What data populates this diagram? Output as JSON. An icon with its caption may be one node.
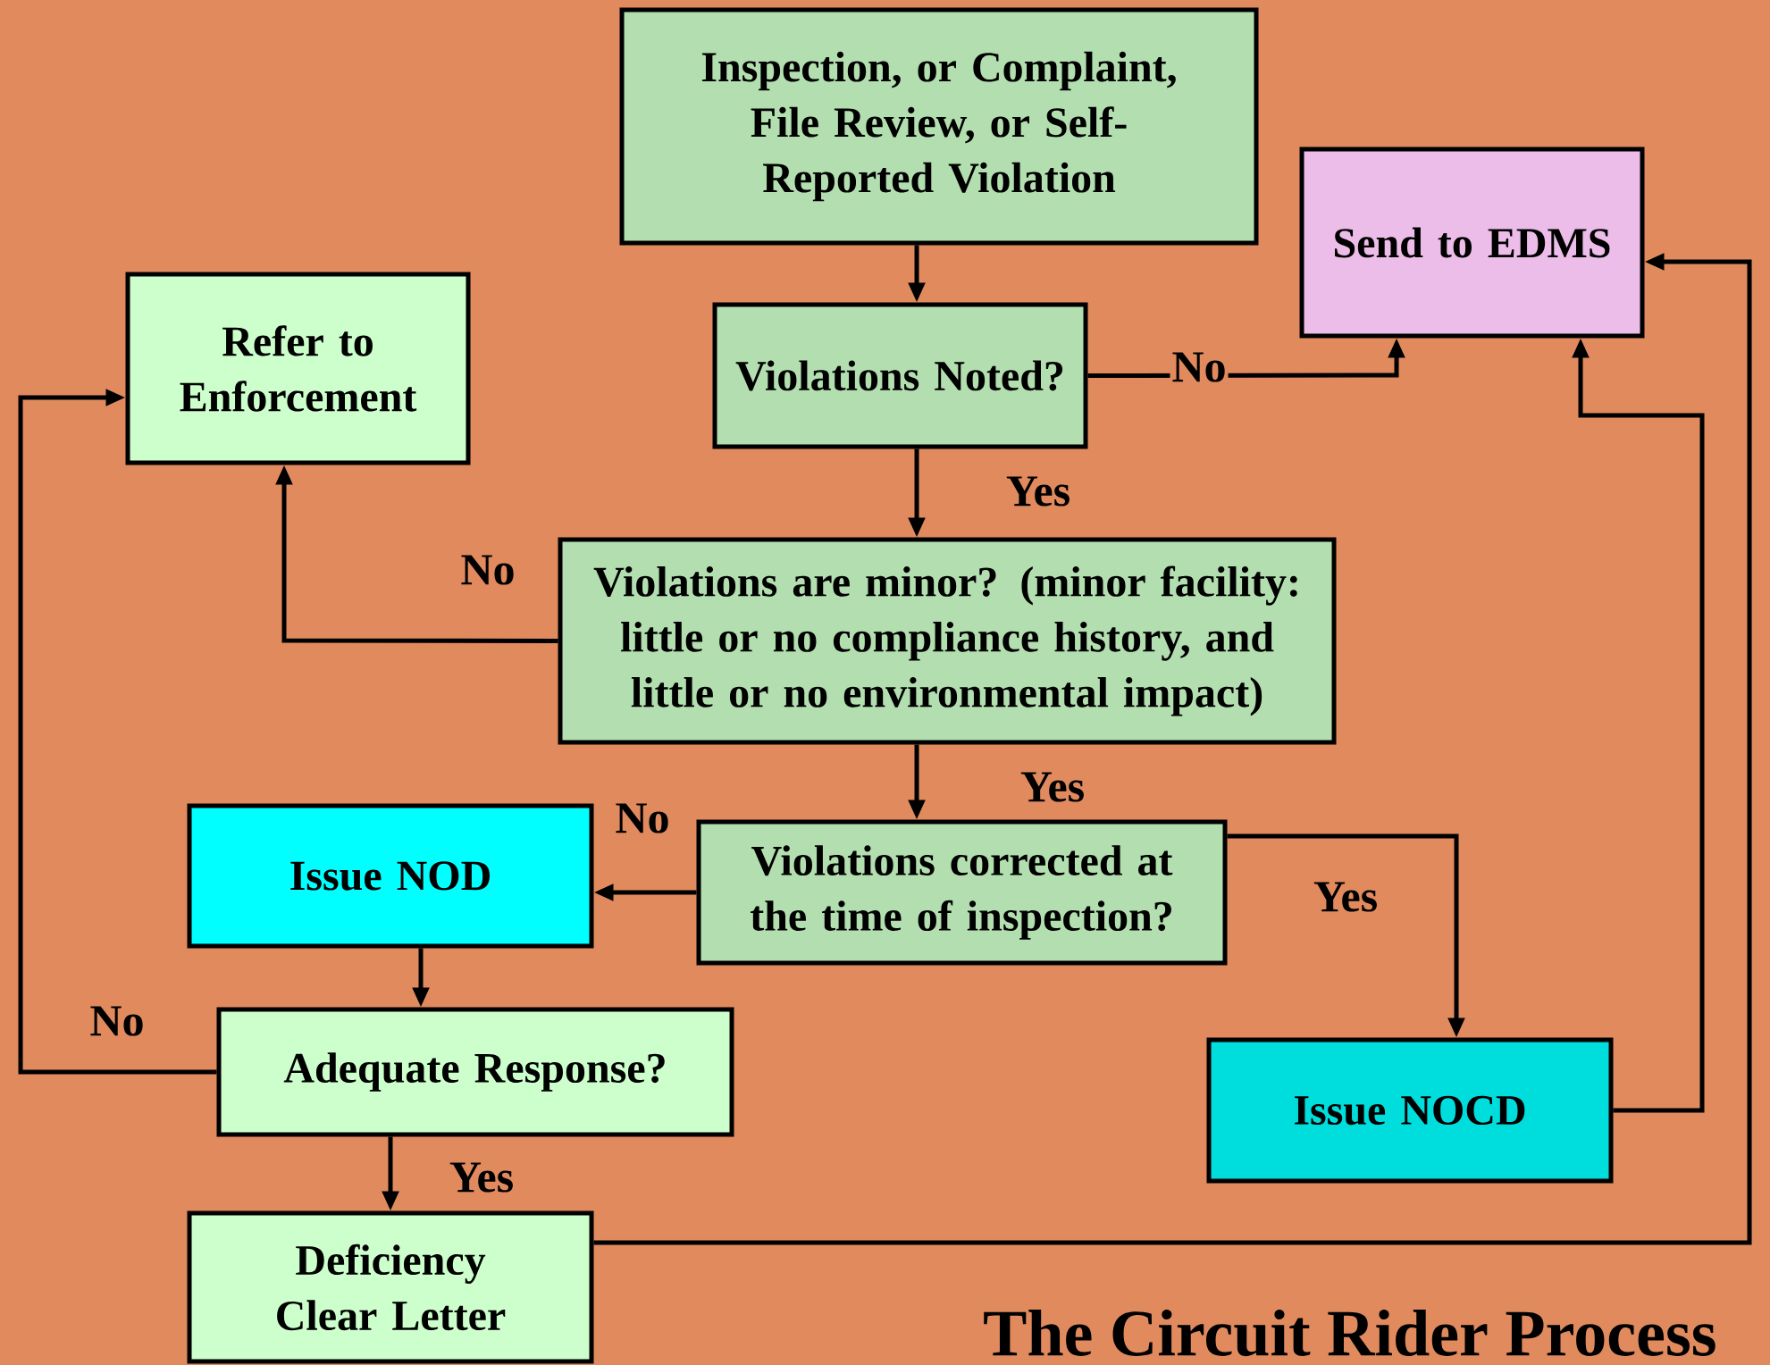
{
  "diagram": {
    "title": "The Circuit Rider Process",
    "nodes": [
      {
        "text": [
          "Inspection, or Complaint, File Review, or Self-Reported Violation"
        ]
      },
      {
        "text": [
          "Send to EDMS"
        ]
      },
      {
        "text": [
          "Refer to Enforcement"
        ]
      },
      {
        "text": [
          "Violations Noted?"
        ]
      },
      {
        "text": [
          "Violations are minor? (minor facility: little or no compliance history, and little or no environmental impact)"
        ]
      },
      {
        "text": [
          "Issue NOD"
        ]
      },
      {
        "text": [
          "Violations corrected at the time of inspection?"
        ]
      },
      {
        "text": [
          "Adequate Response?"
        ]
      },
      {
        "text": [
          "Issue NOCD"
        ]
      },
      {
        "text": [
          "Deficiency Clear Letter"
        ]
      }
    ],
    "edges": [
      {
        "from": 0,
        "to": 3,
        "arrow": "to"
      },
      {
        "from": 3,
        "to": 4,
        "arrow": "to",
        "label": "Yes"
      },
      {
        "from": 3,
        "to": 1,
        "arrow": "to",
        "label": "No"
      },
      {
        "from": 4,
        "to": 2,
        "arrow": "to",
        "label": "No"
      },
      {
        "from": 4,
        "to": 6,
        "arrow": "to",
        "label": "Yes"
      },
      {
        "from": 6,
        "to": 5,
        "arrow": "to",
        "label": "No"
      },
      {
        "from": 6,
        "to": 8,
        "arrow": "to",
        "label": "Yes"
      },
      {
        "from": 5,
        "to": 7,
        "arrow": "to"
      },
      {
        "from": 7,
        "to": 2,
        "arrow": "to",
        "label": "No"
      },
      {
        "from": 7,
        "to": 9,
        "arrow": "to",
        "label": "Yes"
      },
      {
        "from": 8,
        "to": 1,
        "arrow": "to"
      },
      {
        "from": 9,
        "to": 1,
        "arrow": "to"
      }
    ]
  }
}
